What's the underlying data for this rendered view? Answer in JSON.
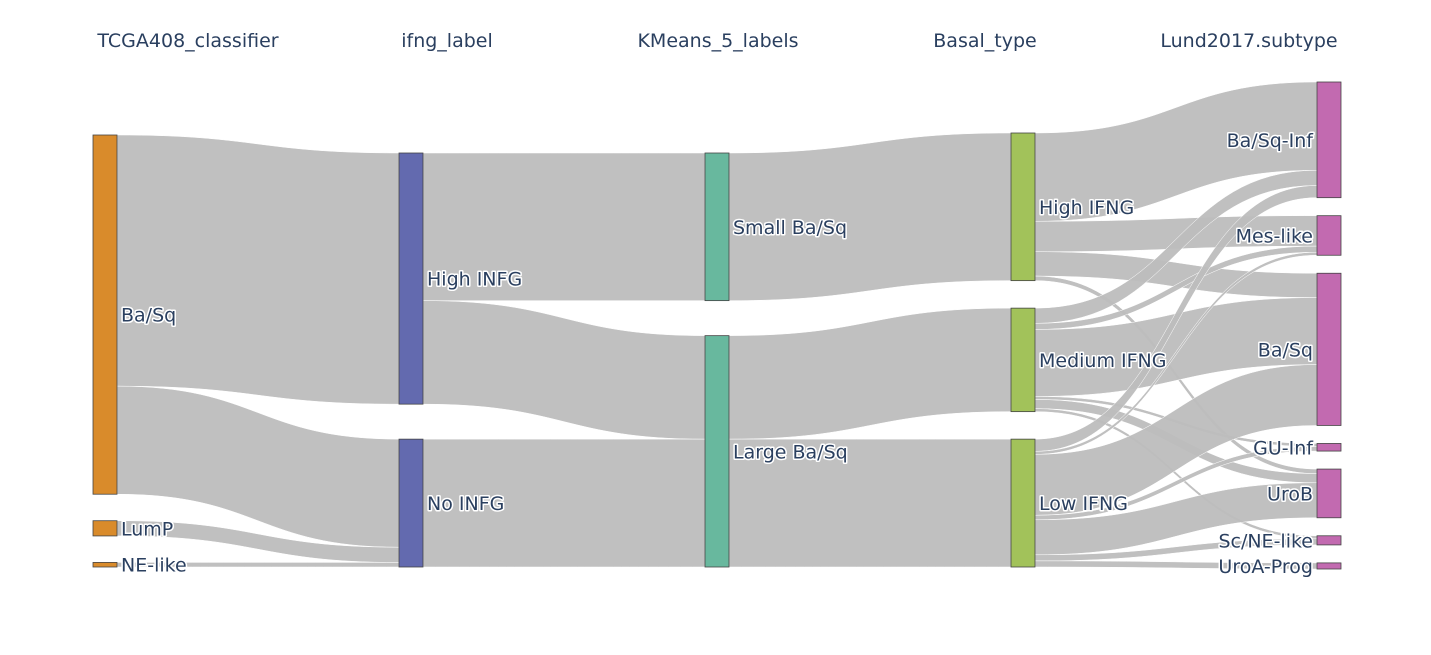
{
  "columns": [
    "TCGA408_classifier",
    "ifng_label",
    "KMeans_5_labels",
    "Basal_type",
    "Lund2017.subtype"
  ],
  "colors": {
    "TCGA408_classifier": "#d98b2b",
    "ifng_label": "#636aaf",
    "KMeans_5_labels": "#68b89e",
    "Basal_type": "#a2c25a",
    "Lund2017.subtype": "#c26ab0",
    "link": "#bdbdbd",
    "node_border": "#444444"
  },
  "nodes": [
    {
      "id": "basq",
      "label": "Ba/Sq",
      "column": 0,
      "value": 236
    },
    {
      "id": "lump",
      "label": "LumP",
      "column": 0,
      "value": 10
    },
    {
      "id": "nelike",
      "label": "NE-like",
      "column": 0,
      "value": 3
    },
    {
      "id": "highinfg",
      "label": "High INFG",
      "column": 1,
      "value": 165
    },
    {
      "id": "noinfg",
      "label": "No INFG",
      "column": 1,
      "value": 84
    },
    {
      "id": "small",
      "label": "Small Ba/Sq",
      "column": 2,
      "value": 97
    },
    {
      "id": "large",
      "label": "Large Ba/Sq",
      "column": 2,
      "value": 152
    },
    {
      "id": "highifng",
      "label": "High IFNG",
      "column": 3,
      "value": 97
    },
    {
      "id": "mediumifng",
      "label": "Medium IFNG",
      "column": 3,
      "value": 68
    },
    {
      "id": "lowifng",
      "label": "Low IFNG",
      "column": 3,
      "value": 84
    },
    {
      "id": "basqinf",
      "label": "Ba/Sq-Inf",
      "column": 4,
      "value": 76
    },
    {
      "id": "meslike",
      "label": "Mes-like",
      "column": 4,
      "value": 26
    },
    {
      "id": "basq5",
      "label": "Ba/Sq",
      "column": 4,
      "value": 100
    },
    {
      "id": "guinf",
      "label": "GU-Inf",
      "column": 4,
      "value": 5
    },
    {
      "id": "urob",
      "label": "UroB",
      "column": 4,
      "value": 32
    },
    {
      "id": "scne",
      "label": "Sc/NE-like",
      "column": 4,
      "value": 6
    },
    {
      "id": "uroaprog",
      "label": "UroA-Prog",
      "column": 4,
      "value": 4
    }
  ],
  "links": [
    {
      "source": "basq",
      "target": "highinfg",
      "value": 165
    },
    {
      "source": "basq",
      "target": "noinfg",
      "value": 71
    },
    {
      "source": "lump",
      "target": "noinfg",
      "value": 10
    },
    {
      "source": "nelike",
      "target": "noinfg",
      "value": 3
    },
    {
      "source": "highinfg",
      "target": "small",
      "value": 97
    },
    {
      "source": "highinfg",
      "target": "large",
      "value": 68
    },
    {
      "source": "noinfg",
      "target": "large",
      "value": 84
    },
    {
      "source": "small",
      "target": "highifng",
      "value": 97
    },
    {
      "source": "large",
      "target": "mediumifng",
      "value": 68
    },
    {
      "source": "large",
      "target": "lowifng",
      "value": 84
    },
    {
      "source": "highifng",
      "target": "basqinf",
      "value": 58
    },
    {
      "source": "highifng",
      "target": "meslike",
      "value": 20
    },
    {
      "source": "highifng",
      "target": "basq5",
      "value": 16
    },
    {
      "source": "highifng",
      "target": "urob",
      "value": 3
    },
    {
      "source": "mediumifng",
      "target": "basqinf",
      "value": 10
    },
    {
      "source": "mediumifng",
      "target": "meslike",
      "value": 4
    },
    {
      "source": "mediumifng",
      "target": "basq5",
      "value": 44
    },
    {
      "source": "mediumifng",
      "target": "guinf",
      "value": 2
    },
    {
      "source": "mediumifng",
      "target": "urob",
      "value": 6
    },
    {
      "source": "mediumifng",
      "target": "scne",
      "value": 2
    },
    {
      "source": "lowifng",
      "target": "basqinf",
      "value": 8
    },
    {
      "source": "lowifng",
      "target": "meslike",
      "value": 2
    },
    {
      "source": "lowifng",
      "target": "basq5",
      "value": 40
    },
    {
      "source": "lowifng",
      "target": "guinf",
      "value": 3
    },
    {
      "source": "lowifng",
      "target": "urob",
      "value": 23
    },
    {
      "source": "lowifng",
      "target": "scne",
      "value": 4
    },
    {
      "source": "lowifng",
      "target": "uroaprog",
      "value": 4
    }
  ]
}
